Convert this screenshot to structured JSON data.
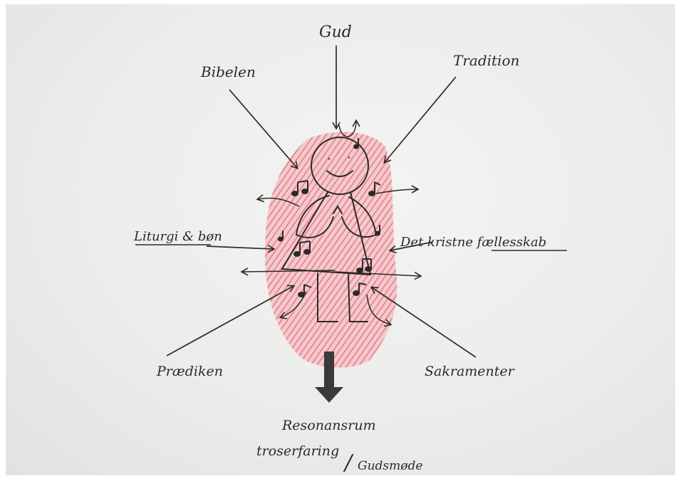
{
  "labels": {
    "gud": "Gud",
    "bibelen": "Bibelen",
    "tradition": "Tradition",
    "liturgi": "Liturgi & bøn",
    "faellesskab": "Det kristne fællesskab",
    "praediken": "Prædiken",
    "sakramenter": "Sakramenter",
    "resonansrum": "Resonansrum",
    "troserfaring": "troserfaring",
    "gudsmode": "Gudsmøde"
  },
  "colors": {
    "ink": "#2a2a2a",
    "hatch": "#e8707c",
    "arrow_fill": "#3a3a3a"
  },
  "icons": {
    "note": "music-note-icon",
    "figure": "stick-figure"
  }
}
